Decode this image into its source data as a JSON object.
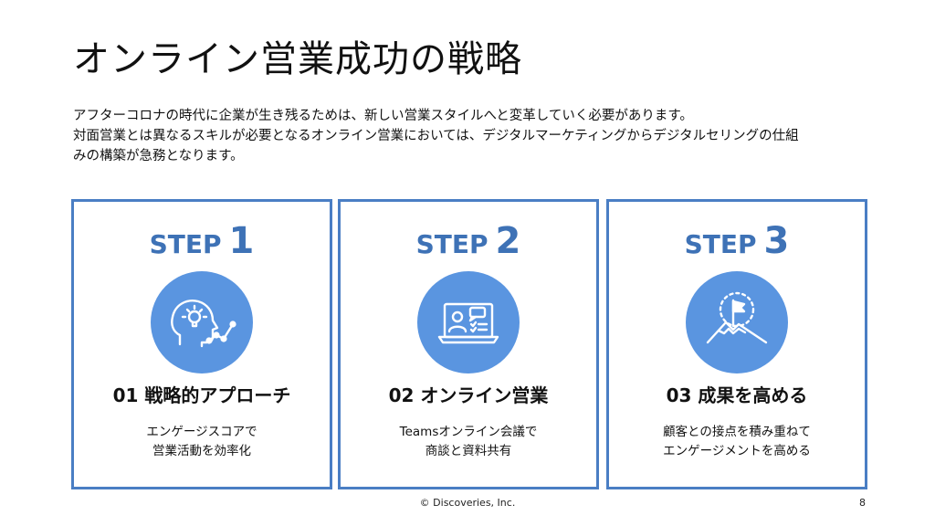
{
  "title": "オンライン営業成功の戦略",
  "intro": {
    "line1": "アフターコロナの時代に企業が生き残るためは、新しい営業スタイルへと変革していく必要があります。",
    "line2": "対面営業とは異なるスキルが必要となるオンライン営業においては、デジタルマーケティングからデジタルセリングの仕組",
    "line3": "みの構築が急務となります。"
  },
  "steps": [
    {
      "word": "STEP",
      "num": "1",
      "icon": "head-lightbulb-chart-icon",
      "title": "01 戦略的アプローチ",
      "desc1": "エンゲージスコアで",
      "desc2": "営業活動を効率化"
    },
    {
      "word": "STEP",
      "num": "2",
      "icon": "laptop-video-meeting-icon",
      "title": "02 オンライン営業",
      "desc1": "Teamsオンライン会議で",
      "desc2": "商談と資料共有"
    },
    {
      "word": "STEP",
      "num": "3",
      "icon": "mountain-flag-icon",
      "title": "03 成果を高める",
      "desc1": "顧客との接点を積み重ねて",
      "desc2": "エンゲージメントを高める"
    }
  ],
  "footer": "© Discoveries, Inc.",
  "page_number": "8",
  "colors": {
    "accent": "#4a7ec4",
    "icon_circle": "#5a95e0",
    "step_text": "#3e72b6"
  }
}
